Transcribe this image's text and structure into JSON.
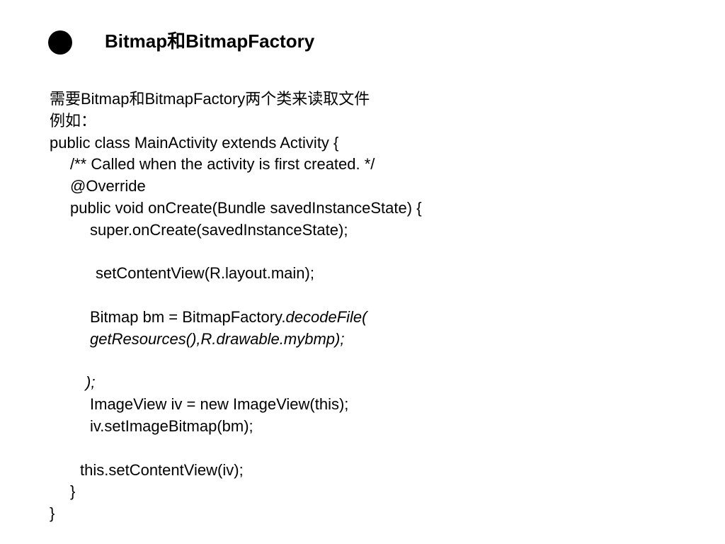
{
  "slide": {
    "title": "Bitmap和BitmapFactory",
    "intro": "需要Bitmap和BitmapFactory两个类来读取文件",
    "example_label": "例如：",
    "code": {
      "class_decl": "public class MainActivity extends Activity {",
      "comment": "/** Called when the activity is first created. */",
      "annotation": "@Override",
      "method_decl": "public void onCreate(Bundle savedInstanceState) {",
      "super_call": "super.onCreate(savedInstanceState);",
      "set_content_view_main": "setContentView(R.layout.main);",
      "bitmap_decl_prefix": "Bitmap bm = BitmapFactory.",
      "bitmap_decl_call": "decodeFile(",
      "decode_args": "getResources(),R.drawable.mybmp);",
      "close_paren": ");",
      "imageview_decl": "ImageView iv = new ImageView(this);",
      "set_bitmap": "iv.setImageBitmap(bm);",
      "set_content_view_iv": "this.setContentView(iv);",
      "method_close": "}",
      "class_close": "}"
    }
  }
}
